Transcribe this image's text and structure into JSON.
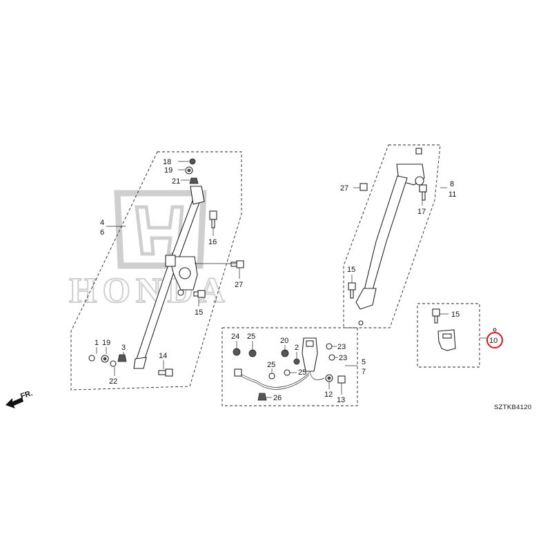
{
  "diagram_code": "SZTKB4120",
  "watermark": "HONDA",
  "front_label": "FR.",
  "highlight_color": "#e0101a",
  "callouts": {
    "c18": "18",
    "c19a": "19",
    "c21": "21",
    "c4": "4",
    "c6": "6",
    "c16": "16",
    "c27a": "27",
    "c15a": "15",
    "c1": "1",
    "c19b": "19",
    "c3": "3",
    "c22": "22",
    "c14": "14",
    "c24": "24",
    "c25a": "25",
    "c20": "20",
    "c2": "2",
    "c23a": "23",
    "c23b": "23",
    "c25b": "25",
    "c25c": "25",
    "c5": "5",
    "c7": "7",
    "c12": "12",
    "c13": "13",
    "c26": "26",
    "c27b": "27",
    "c8": "8",
    "c11": "11",
    "c17": "17",
    "c15b": "15",
    "c15c": "15",
    "c10": "10"
  }
}
